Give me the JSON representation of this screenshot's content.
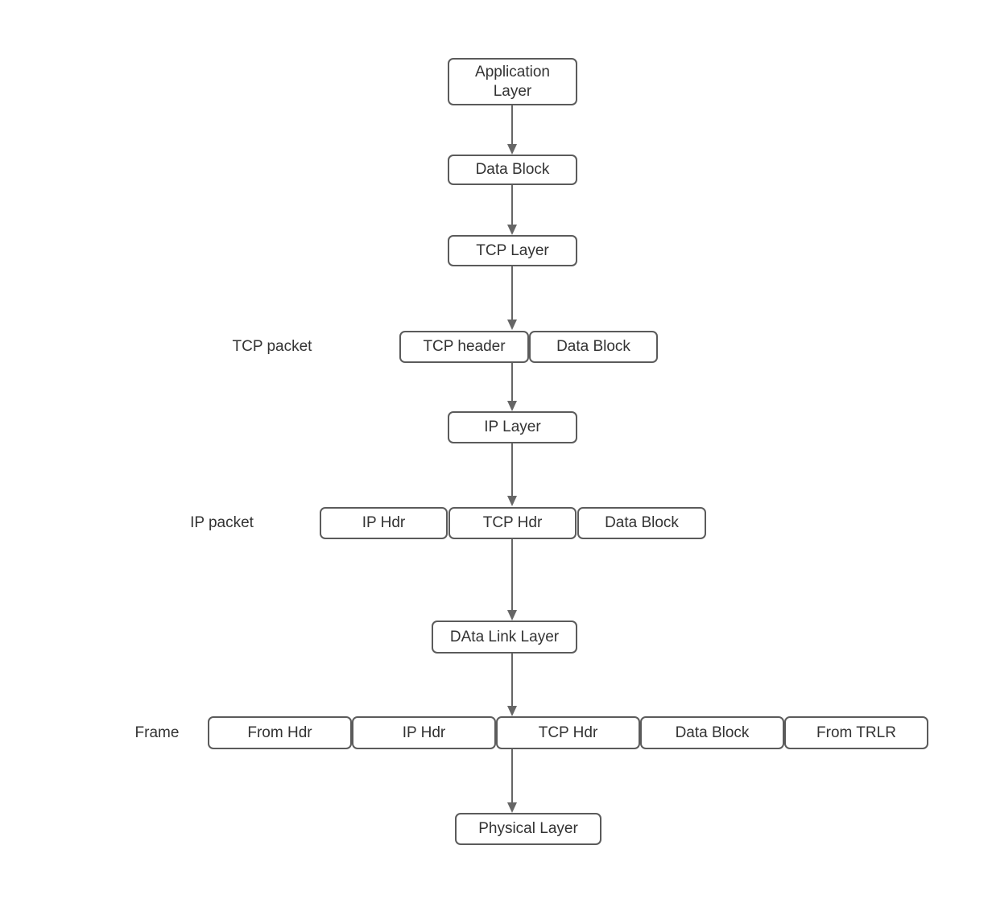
{
  "diagram": {
    "description": "TCP/IP data encapsulation flow diagram",
    "colors": {
      "background": "#ffffff",
      "box_border": "#5b5b5b",
      "box_fill": "#ffffff",
      "text": "#333333",
      "arrow": "#666666"
    },
    "nodes": {
      "application_layer": "Application\nLayer",
      "data_block_app": "Data Block",
      "tcp_layer": "TCP Layer",
      "tcp_header": "TCP header",
      "data_block_tcp": "Data Block",
      "ip_layer": "IP Layer",
      "ip_hdr": "IP Hdr",
      "tcp_hdr": "TCP Hdr",
      "data_block_ip": "Data Block",
      "data_link_layer": "DAta Link Layer",
      "from_hdr": "From Hdr",
      "frame_ip_hdr": "IP Hdr",
      "frame_tcp_hdr": "TCP Hdr",
      "frame_data_block": "Data Block",
      "from_trlr": "From TRLR",
      "physical_layer": "Physical Layer"
    },
    "row_labels": {
      "tcp_packet": "TCP packet",
      "ip_packet": "IP packet",
      "frame": "Frame"
    }
  }
}
